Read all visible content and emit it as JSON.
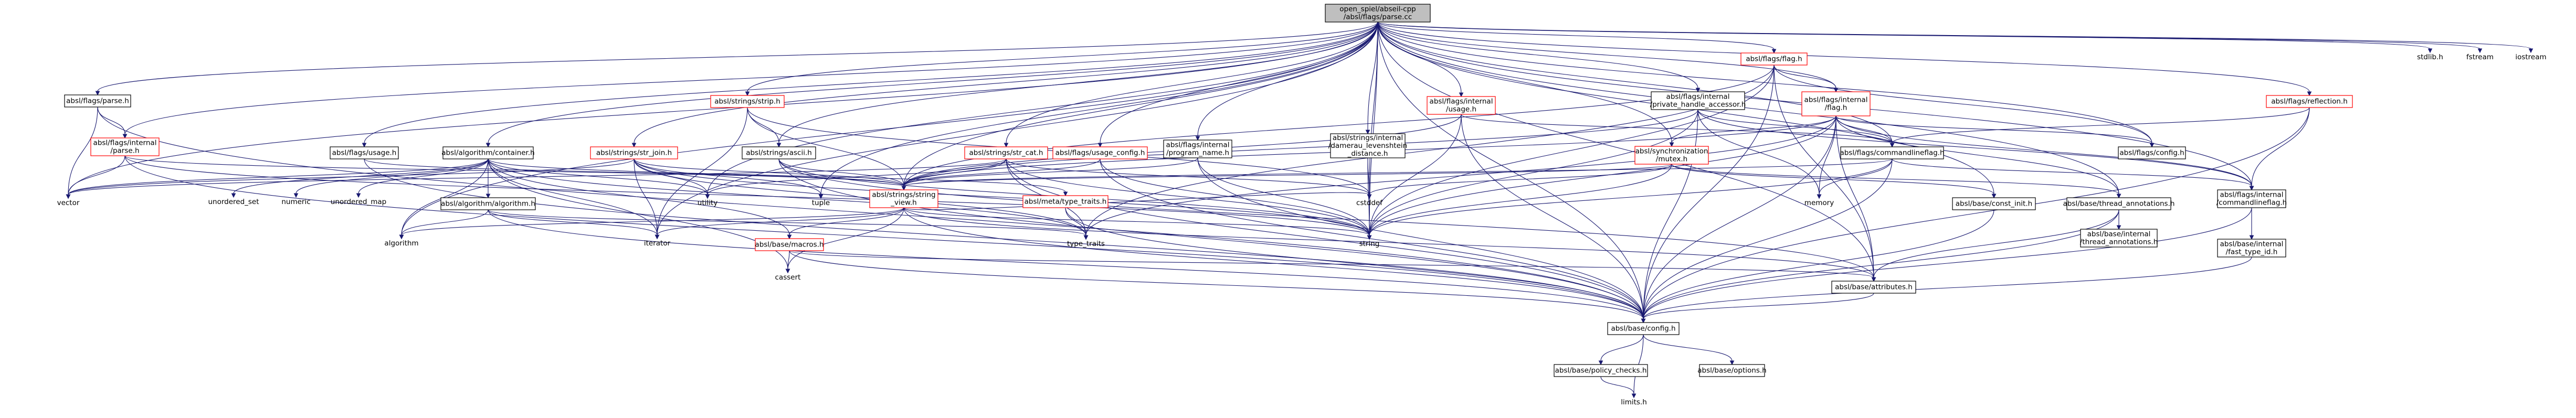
{
  "colors": {
    "edge": "#191970",
    "border": "#000000",
    "incomplete_border": "#ff0000",
    "root_fill": "#bfbfbf",
    "background": "#ffffff"
  },
  "nodes": [
    {
      "id": "root",
      "lines": [
        "open_spiel/abseil-cpp",
        "/absl/flags/parse.cc"
      ],
      "kind": "root"
    },
    {
      "id": "flags_parse",
      "lines": [
        "absl/flags/parse.h"
      ],
      "kind": "normal"
    },
    {
      "id": "flags_internal_parse",
      "lines": [
        "absl/flags/internal",
        "/parse.h"
      ],
      "kind": "red"
    },
    {
      "id": "vector",
      "lines": [
        "vector"
      ],
      "kind": "plain"
    },
    {
      "id": "flags_usage",
      "lines": [
        "absl/flags/usage.h"
      ],
      "kind": "normal"
    },
    {
      "id": "algorithm_container",
      "lines": [
        "absl/algorithm/container.h"
      ],
      "kind": "normal"
    },
    {
      "id": "unordered_set",
      "lines": [
        "unordered_set"
      ],
      "kind": "plain"
    },
    {
      "id": "numeric",
      "lines": [
        "numeric"
      ],
      "kind": "plain"
    },
    {
      "id": "unordered_map",
      "lines": [
        "unordered_map"
      ],
      "kind": "plain"
    },
    {
      "id": "algorithm_algorithm",
      "lines": [
        "absl/algorithm/algorithm.h"
      ],
      "kind": "normal"
    },
    {
      "id": "algorithm",
      "lines": [
        "algorithm"
      ],
      "kind": "plain"
    },
    {
      "id": "iterator",
      "lines": [
        "iterator"
      ],
      "kind": "plain"
    },
    {
      "id": "strings_str_join",
      "lines": [
        "absl/strings/str_join.h"
      ],
      "kind": "red"
    },
    {
      "id": "strings_strip",
      "lines": [
        "absl/strings/strip.h"
      ],
      "kind": "red"
    },
    {
      "id": "strings_ascii",
      "lines": [
        "absl/strings/ascii.h"
      ],
      "kind": "normal"
    },
    {
      "id": "utility",
      "lines": [
        "utility"
      ],
      "kind": "plain"
    },
    {
      "id": "tuple",
      "lines": [
        "tuple"
      ],
      "kind": "plain"
    },
    {
      "id": "strings_str_cat",
      "lines": [
        "absl/strings/str_cat.h"
      ],
      "kind": "red"
    },
    {
      "id": "string_view",
      "lines": [
        "absl/strings/string",
        "_view.h"
      ],
      "kind": "red"
    },
    {
      "id": "meta_type_traits",
      "lines": [
        "absl/meta/type_traits.h"
      ],
      "kind": "red"
    },
    {
      "id": "base_macros",
      "lines": [
        "absl/base/macros.h"
      ],
      "kind": "red"
    },
    {
      "id": "cassert",
      "lines": [
        "cassert"
      ],
      "kind": "plain"
    },
    {
      "id": "type_traits",
      "lines": [
        "type_traits"
      ],
      "kind": "plain"
    },
    {
      "id": "string",
      "lines": [
        "string"
      ],
      "kind": "plain"
    },
    {
      "id": "cstddef",
      "lines": [
        "cstddef"
      ],
      "kind": "plain"
    },
    {
      "id": "flags_usage_config",
      "lines": [
        "absl/flags/usage_config.h"
      ],
      "kind": "red"
    },
    {
      "id": "flags_internal_program_name",
      "lines": [
        "absl/flags/internal",
        "/program_name.h"
      ],
      "kind": "normal"
    },
    {
      "id": "strings_internal_damerau",
      "lines": [
        "absl/strings/internal",
        "/damerau_levenshtein",
        "_distance.h"
      ],
      "kind": "normal"
    },
    {
      "id": "flags_internal_usage",
      "lines": [
        "absl/flags/internal",
        "/usage.h"
      ],
      "kind": "red"
    },
    {
      "id": "flags_internal_private_handle",
      "lines": [
        "absl/flags/internal",
        "/private_handle_accessor.h"
      ],
      "kind": "normal"
    },
    {
      "id": "flags_flag",
      "lines": [
        "absl/flags/flag.h"
      ],
      "kind": "red"
    },
    {
      "id": "flags_internal_flag",
      "lines": [
        "absl/flags/internal",
        "/flag.h"
      ],
      "kind": "red"
    },
    {
      "id": "synchronization_mutex",
      "lines": [
        "absl/synchronization",
        "/mutex.h"
      ],
      "kind": "red"
    },
    {
      "id": "flags_commandlineflag",
      "lines": [
        "absl/flags/commandlineflag.h"
      ],
      "kind": "normal"
    },
    {
      "id": "memory",
      "lines": [
        "memory"
      ],
      "kind": "plain"
    },
    {
      "id": "base_const_init",
      "lines": [
        "absl/base/const_init.h"
      ],
      "kind": "normal"
    },
    {
      "id": "base_thread_annotations",
      "lines": [
        "absl/base/thread_annotations.h"
      ],
      "kind": "normal"
    },
    {
      "id": "base_internal_thread_annotations",
      "lines": [
        "absl/base/internal",
        "/thread_annotations.h"
      ],
      "kind": "normal"
    },
    {
      "id": "flags_config",
      "lines": [
        "absl/flags/config.h"
      ],
      "kind": "normal"
    },
    {
      "id": "flags_reflection",
      "lines": [
        "absl/flags/reflection.h"
      ],
      "kind": "red"
    },
    {
      "id": "flags_internal_commandlineflag",
      "lines": [
        "absl/flags/internal",
        "/commandlineflag.h"
      ],
      "kind": "normal"
    },
    {
      "id": "base_internal_fast_type_id",
      "lines": [
        "absl/base/internal",
        "/fast_type_id.h"
      ],
      "kind": "normal"
    },
    {
      "id": "base_attributes",
      "lines": [
        "absl/base/attributes.h"
      ],
      "kind": "normal"
    },
    {
      "id": "base_config",
      "lines": [
        "absl/base/config.h"
      ],
      "kind": "normal"
    },
    {
      "id": "base_policy_checks",
      "lines": [
        "absl/base/policy_checks.h"
      ],
      "kind": "normal"
    },
    {
      "id": "base_options",
      "lines": [
        "absl/base/options.h"
      ],
      "kind": "normal"
    },
    {
      "id": "limits",
      "lines": [
        "limits.h"
      ],
      "kind": "plain"
    },
    {
      "id": "stdlib",
      "lines": [
        "stdlib.h"
      ],
      "kind": "plain"
    },
    {
      "id": "fstream",
      "lines": [
        "fstream"
      ],
      "kind": "plain"
    },
    {
      "id": "iostream",
      "lines": [
        "iostream"
      ],
      "kind": "plain"
    }
  ],
  "edges": [
    [
      "root",
      "flags_parse"
    ],
    [
      "root",
      "flags_internal_parse"
    ],
    [
      "root",
      "vector"
    ],
    [
      "root",
      "flags_usage"
    ],
    [
      "root",
      "algorithm_container"
    ],
    [
      "root",
      "strings_str_join"
    ],
    [
      "root",
      "strings_strip"
    ],
    [
      "root",
      "strings_ascii"
    ],
    [
      "root",
      "strings_str_cat"
    ],
    [
      "root",
      "string_view"
    ],
    [
      "root",
      "flags_usage_config"
    ],
    [
      "root",
      "flags_internal_program_name"
    ],
    [
      "root",
      "strings_internal_damerau"
    ],
    [
      "root",
      "flags_internal_usage"
    ],
    [
      "root",
      "flags_internal_private_handle"
    ],
    [
      "root",
      "flags_flag"
    ],
    [
      "root",
      "flags_internal_flag"
    ],
    [
      "root",
      "synchronization_mutex"
    ],
    [
      "root",
      "flags_commandlineflag"
    ],
    [
      "root",
      "flags_config"
    ],
    [
      "root",
      "flags_reflection"
    ],
    [
      "root",
      "flags_internal_commandlineflag"
    ],
    [
      "root",
      "base_config"
    ],
    [
      "root",
      "base_attributes"
    ],
    [
      "root",
      "base_thread_annotations"
    ],
    [
      "root",
      "base_const_init"
    ],
    [
      "root",
      "string"
    ],
    [
      "root",
      "cstddef"
    ],
    [
      "root",
      "iterator"
    ],
    [
      "root",
      "utility"
    ],
    [
      "root",
      "tuple"
    ],
    [
      "root",
      "algorithm"
    ],
    [
      "root",
      "stdlib"
    ],
    [
      "root",
      "fstream"
    ],
    [
      "root",
      "iostream"
    ],
    [
      "flags_parse",
      "flags_internal_parse"
    ],
    [
      "flags_parse",
      "vector"
    ],
    [
      "flags_parse",
      "base_config"
    ],
    [
      "flags_internal_parse",
      "vector"
    ],
    [
      "flags_internal_parse",
      "base_config"
    ],
    [
      "flags_internal_parse",
      "string_view"
    ],
    [
      "flags_internal_parse",
      "string"
    ],
    [
      "flags_usage",
      "string_view"
    ],
    [
      "flags_usage",
      "base_config"
    ],
    [
      "algorithm_container",
      "vector"
    ],
    [
      "algorithm_container",
      "unordered_set"
    ],
    [
      "algorithm_container",
      "numeric"
    ],
    [
      "algorithm_container",
      "unordered_map"
    ],
    [
      "algorithm_container",
      "algorithm_algorithm"
    ],
    [
      "algorithm_container",
      "algorithm"
    ],
    [
      "algorithm_container",
      "iterator"
    ],
    [
      "algorithm_container",
      "cassert"
    ],
    [
      "algorithm_container",
      "type_traits"
    ],
    [
      "algorithm_container",
      "utility"
    ],
    [
      "algorithm_container",
      "base_macros"
    ],
    [
      "algorithm_container",
      "meta_type_traits"
    ],
    [
      "algorithm_algorithm",
      "algorithm"
    ],
    [
      "algorithm_algorithm",
      "iterator"
    ],
    [
      "algorithm_algorithm",
      "type_traits"
    ],
    [
      "algorithm_algorithm",
      "base_config"
    ],
    [
      "strings_str_join",
      "utility"
    ],
    [
      "strings_str_join",
      "tuple"
    ],
    [
      "strings_str_join",
      "iterator"
    ],
    [
      "strings_str_join",
      "string_view"
    ],
    [
      "strings_str_join",
      "string"
    ],
    [
      "strings_str_join",
      "type_traits"
    ],
    [
      "strings_str_join",
      "vector"
    ],
    [
      "strings_strip",
      "strings_ascii"
    ],
    [
      "strings_strip",
      "string_view"
    ],
    [
      "strings_strip",
      "iterator"
    ],
    [
      "strings_strip",
      "cstddef"
    ],
    [
      "strings_ascii",
      "string_view"
    ],
    [
      "strings_ascii",
      "string"
    ],
    [
      "strings_ascii",
      "base_attributes"
    ],
    [
      "strings_ascii",
      "base_config"
    ],
    [
      "strings_str_cat",
      "string_view"
    ],
    [
      "strings_str_cat",
      "string"
    ],
    [
      "strings_str_cat",
      "utility"
    ],
    [
      "strings_str_cat",
      "vector"
    ],
    [
      "strings_str_cat",
      "base_config"
    ],
    [
      "strings_str_cat",
      "cstddef"
    ],
    [
      "strings_str_cat",
      "type_traits"
    ],
    [
      "string_view",
      "algorithm"
    ],
    [
      "string_view",
      "iterator"
    ],
    [
      "string_view",
      "cassert"
    ],
    [
      "string_view",
      "cstddef"
    ],
    [
      "string_view",
      "string"
    ],
    [
      "string_view",
      "base_macros"
    ],
    [
      "string_view",
      "base_attributes"
    ],
    [
      "string_view",
      "base_config"
    ],
    [
      "meta_type_traits",
      "type_traits"
    ],
    [
      "meta_type_traits",
      "base_config"
    ],
    [
      "base_macros",
      "cassert"
    ],
    [
      "base_macros",
      "base_attributes"
    ],
    [
      "base_macros",
      "base_config"
    ],
    [
      "flags_usage_config",
      "string_view"
    ],
    [
      "flags_usage_config",
      "string"
    ],
    [
      "flags_usage_config",
      "base_config"
    ],
    [
      "flags_internal_program_name",
      "string_view"
    ],
    [
      "flags_internal_program_name",
      "string"
    ],
    [
      "flags_internal_program_name",
      "base_config"
    ],
    [
      "strings_internal_damerau",
      "cstddef"
    ],
    [
      "strings_internal_damerau",
      "string"
    ],
    [
      "flags_internal_usage",
      "string_view"
    ],
    [
      "flags_internal_usage",
      "string"
    ],
    [
      "flags_internal_usage",
      "flags_commandlineflag"
    ],
    [
      "flags_internal_usage",
      "base_config"
    ],
    [
      "flags_internal_private_handle",
      "string_view"
    ],
    [
      "flags_internal_private_handle",
      "memory"
    ],
    [
      "flags_internal_private_handle",
      "string"
    ],
    [
      "flags_internal_private_handle",
      "flags_commandlineflag"
    ],
    [
      "flags_internal_private_handle",
      "flags_internal_commandlineflag"
    ],
    [
      "flags_internal_private_handle",
      "base_config"
    ],
    [
      "flags_flag",
      "flags_internal_flag"
    ],
    [
      "flags_flag",
      "flags_config"
    ],
    [
      "flags_flag",
      "string_view"
    ],
    [
      "flags_flag",
      "string"
    ],
    [
      "flags_flag",
      "type_traits"
    ],
    [
      "flags_flag",
      "base_attributes"
    ],
    [
      "flags_flag",
      "base_config"
    ],
    [
      "flags_internal_flag",
      "synchronization_mutex"
    ],
    [
      "flags_internal_flag",
      "flags_commandlineflag"
    ],
    [
      "flags_internal_flag",
      "memory"
    ],
    [
      "flags_internal_flag",
      "string_view"
    ],
    [
      "flags_internal_flag",
      "string"
    ],
    [
      "flags_internal_flag",
      "flags_config"
    ],
    [
      "flags_internal_flag",
      "base_thread_annotations"
    ],
    [
      "flags_internal_flag",
      "base_attributes"
    ],
    [
      "flags_internal_flag",
      "flags_internal_commandlineflag"
    ],
    [
      "flags_internal_flag",
      "base_config"
    ],
    [
      "flags_internal_flag",
      "type_traits"
    ],
    [
      "synchronization_mutex",
      "string_view"
    ],
    [
      "synchronization_mutex",
      "base_const_init"
    ],
    [
      "synchronization_mutex",
      "base_thread_annotations"
    ],
    [
      "synchronization_mutex",
      "cstddef"
    ],
    [
      "synchronization_mutex",
      "string"
    ],
    [
      "flags_commandlineflag",
      "memory"
    ],
    [
      "flags_commandlineflag",
      "string"
    ],
    [
      "flags_commandlineflag",
      "string_view"
    ],
    [
      "flags_commandlineflag",
      "flags_internal_commandlineflag"
    ],
    [
      "flags_commandlineflag",
      "base_config"
    ],
    [
      "base_const_init",
      "base_config"
    ],
    [
      "base_thread_annotations",
      "base_internal_thread_annotations"
    ],
    [
      "base_thread_annotations",
      "base_attributes"
    ],
    [
      "base_thread_annotations",
      "base_config"
    ],
    [
      "flags_reflection",
      "flags_commandlineflag"
    ],
    [
      "flags_reflection",
      "flags_internal_commandlineflag"
    ],
    [
      "flags_reflection",
      "base_config"
    ],
    [
      "flags_internal_commandlineflag",
      "base_internal_fast_type_id"
    ],
    [
      "flags_internal_commandlineflag",
      "base_config"
    ],
    [
      "base_internal_fast_type_id",
      "base_config"
    ],
    [
      "base_attributes",
      "base_config"
    ],
    [
      "base_config",
      "base_policy_checks"
    ],
    [
      "base_config",
      "base_options"
    ],
    [
      "base_config",
      "limits"
    ],
    [
      "base_policy_checks",
      "limits"
    ]
  ]
}
